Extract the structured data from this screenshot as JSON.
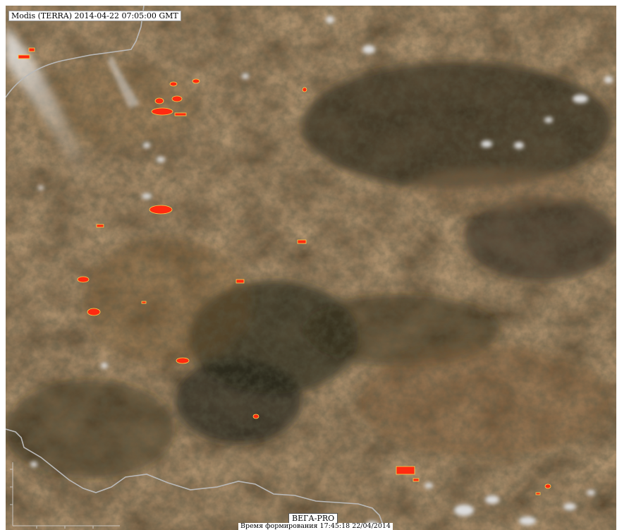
{
  "map": {
    "acquisition_label": "Modis (TERRA) 2014-04-22 07:05:00 GMT",
    "brand_label": "ВЕГА-PRO",
    "generated_label": "Время формирования 17:45:18 22/04/2014",
    "colors": {
      "land_base": "#4a3622",
      "land_light": "#7a5a38",
      "forest_dark": "#2a2a1c",
      "fire": "#ff2a10",
      "fire_outline": "#ffd24a",
      "border": "#b9b9b9",
      "cloud": "#dcdcdc"
    },
    "icons": [
      "fire-hotspot-icon",
      "cloud-icon",
      "scale-bar-icon"
    ]
  }
}
